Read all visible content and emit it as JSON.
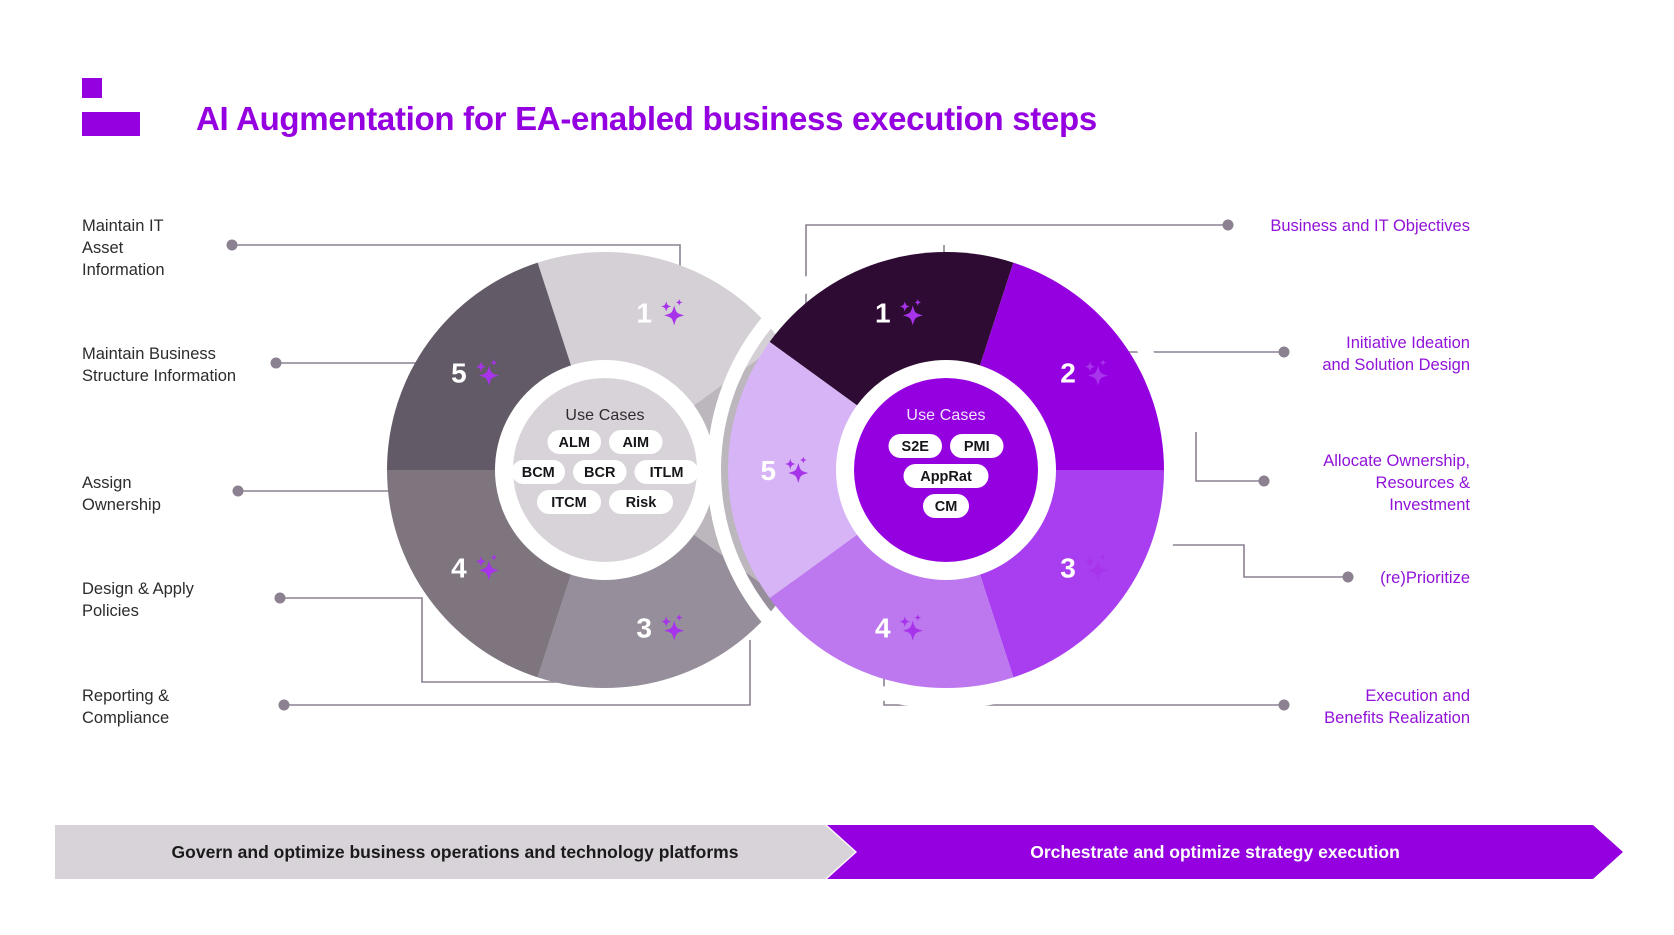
{
  "header": {
    "title": "AI Augmentation for EA-enabled business execution steps",
    "logo_icon": "accenture-greater-than-mark",
    "accent_color": "#9500e0"
  },
  "left_labels": [
    {
      "id": "maintain-it-asset-information",
      "text": "Maintain IT\nAsset\nInformation"
    },
    {
      "id": "maintain-business-structure-information",
      "text": "Maintain Business\nStructure Information"
    },
    {
      "id": "assign-ownership",
      "text": "Assign\nOwnership"
    },
    {
      "id": "design-apply-policies",
      "text": "Design & Apply\nPolicies"
    },
    {
      "id": "reporting-compliance",
      "text": "Reporting &\nCompliance"
    }
  ],
  "right_labels": [
    {
      "id": "business-and-it-objectives",
      "text": "Business and IT Objectives"
    },
    {
      "id": "initiative-ideation",
      "text": "Initiative Ideation\nand Solution Design"
    },
    {
      "id": "allocate-ownership",
      "text": "Allocate Ownership,\nResources &\nInvestment"
    },
    {
      "id": "reprioritize",
      "text": "(re)Prioritize"
    },
    {
      "id": "execution-benefits-realization",
      "text": "Execution and\nBenefits Realization"
    }
  ],
  "left_donut": {
    "name": "govern-donut",
    "center_title": "Use Cases",
    "center_fill": "#d8d3d8",
    "center_title_color": "#2e2b2e",
    "segments": [
      {
        "number": "1",
        "color": "#d5d0d5"
      },
      {
        "number": "2",
        "color": "#bcb6bd"
      },
      {
        "number": "3",
        "color": "#968e9a"
      },
      {
        "number": "4",
        "color": "#7e757f"
      },
      {
        "number": "5",
        "color": "#635a67"
      }
    ],
    "use_cases": [
      [
        "ALM",
        "AIM"
      ],
      [
        "BCM",
        "BCR",
        "ITLM"
      ],
      [
        "ITCM",
        "Risk"
      ]
    ]
  },
  "right_donut": {
    "name": "orchestrate-donut",
    "center_title": "Use Cases",
    "center_fill": "#9500e0",
    "center_title_color": "#f3e4fc",
    "segments": [
      {
        "number": "1",
        "color": "#2e0b33"
      },
      {
        "number": "2",
        "color": "#9500e0"
      },
      {
        "number": "3",
        "color": "#a93df0"
      },
      {
        "number": "4",
        "color": "#bd78ef"
      },
      {
        "number": "5",
        "color": "#d6b4f5"
      }
    ],
    "use_cases": [
      [
        "S2E",
        "PMI"
      ],
      [
        "AppRat"
      ],
      [
        "CM"
      ]
    ]
  },
  "banner": {
    "govern": {
      "text": "Govern and optimize business operations and technology platforms",
      "fill": "#d8d3d8"
    },
    "orchestrate": {
      "text": "Orchestrate and optimize strategy execution",
      "fill": "#9500e0"
    }
  },
  "chart_data": {
    "type": "pie",
    "title": "AI Augmentation for EA-enabled business execution steps",
    "charts": [
      {
        "name": "Govern and optimize business operations and technology platforms",
        "type": "donut",
        "categories": [
          "1",
          "2",
          "3",
          "4",
          "5"
        ],
        "values": [
          20,
          20,
          20,
          20,
          20
        ],
        "labels": [
          "Maintain IT Asset Information",
          "Maintain Business Structure Information",
          "Assign Ownership",
          "Design & Apply Policies",
          "Reporting & Compliance"
        ],
        "colors": [
          "#d5d0d5",
          "#bcb6bd",
          "#968e9a",
          "#7e757f",
          "#635a67"
        ],
        "center_label": "Use Cases",
        "center_items": [
          "ALM",
          "AIM",
          "BCM",
          "BCR",
          "ITLM",
          "ITCM",
          "Risk"
        ]
      },
      {
        "name": "Orchestrate and optimize strategy execution",
        "type": "donut",
        "categories": [
          "1",
          "2",
          "3",
          "4",
          "5"
        ],
        "values": [
          20,
          20,
          20,
          20,
          20
        ],
        "labels": [
          "Business and IT Objectives",
          "Initiative Ideation and Solution Design",
          "Allocate Ownership, Resources & Investment",
          "(re)Prioritize",
          "Execution and Benefits Realization"
        ],
        "colors": [
          "#2e0b33",
          "#9500e0",
          "#a93df0",
          "#bd78ef",
          "#d6b4f5"
        ],
        "center_label": "Use Cases",
        "center_items": [
          "S2E",
          "PMI",
          "AppRat",
          "CM"
        ]
      }
    ],
    "legend": "none",
    "grid": false
  }
}
